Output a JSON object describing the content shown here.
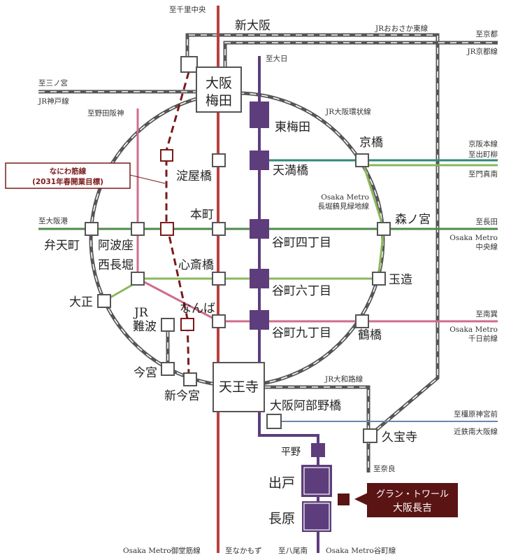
{
  "colors": {
    "midosuji": "#b8403f",
    "tanimachi": "#5e3d7c",
    "chuo": "#4f8a4a",
    "nagahori": "#8bb85a",
    "keihan": "#2f8a78",
    "sennichimae": "#d06d8a",
    "kintetsu": "#6f86ad",
    "naniwa": "#7a1a1a",
    "jr": "#555555"
  },
  "stations": {
    "osaka_umeda": [
      "大阪",
      "梅田"
    ],
    "shin_osaka": "新大阪",
    "higashi_umeda": "東梅田",
    "tenmabashi": "天満橋",
    "yodoyabashi": "淀屋橋",
    "kyobashi": "京橋",
    "honmachi": "本町",
    "tanimachi4": "谷町四丁目",
    "morinomiya": "森ノ宮",
    "bentencho": "弁天町",
    "awaza": "阿波座",
    "nishinagahori": "西長堀",
    "shinsaibashi": "心斎橋",
    "tanimachi6": "谷町六丁目",
    "tamatsukuri": "玉造",
    "taisho": "大正",
    "jr_namba": [
      "JR",
      "難波"
    ],
    "namba": "なんば",
    "tanimachi9": "谷町九丁目",
    "tsuruhashi": "鶴橋",
    "imamiya": "今宮",
    "shin_imamiya": "新今宮",
    "tennoji": "天王寺",
    "osaka_abenobashi": "大阪阿部野橋",
    "kyuhoji": "久宝寺",
    "hirano": "平野",
    "dedo": "出戸",
    "nagahara": "長原"
  },
  "destinations": {
    "senri_chuo": "至千里中央",
    "sannomiya": "至三ノ宮",
    "noda_hanshin": "至野田阪神",
    "dainichi": "至大日",
    "kyoto": "至京都",
    "demachiyanagi": "至出町柳",
    "kadoma_minami": "至門真南",
    "nagata": "至長田",
    "osakako": "至大阪港",
    "minami_tatsumi": "至南巽",
    "kashiharajingumae": "至橿原神宮前",
    "nara": "至奈良",
    "nakamozu": "至なかもず",
    "yaominami": "至八尾南"
  },
  "lines": {
    "jr_kobe": "JR神戸線",
    "jr_osaka_higashi": "JRおおさか東線",
    "jr_kyoto": "JR京都線",
    "jr_loop": "JR大阪環状線",
    "keihan": "京阪本線",
    "nagahori": [
      "Osaka Metro",
      "長堀鶴見緑地線"
    ],
    "chuo": [
      "Osaka Metro",
      "中央線"
    ],
    "sennichimae": [
      "Osaka Metro",
      "千日前線"
    ],
    "jr_yamatoji": "JR大和路線",
    "kintetsu": "近鉄南大阪線",
    "midosuji": "Osaka Metro御堂筋線",
    "tanimachi": "Osaka Metro谷町線"
  },
  "naniwa_callout": [
    "なにわ筋線",
    "(2031年春開業目標)"
  ],
  "property_callout": [
    "グラン・トワール",
    "大阪長吉"
  ]
}
